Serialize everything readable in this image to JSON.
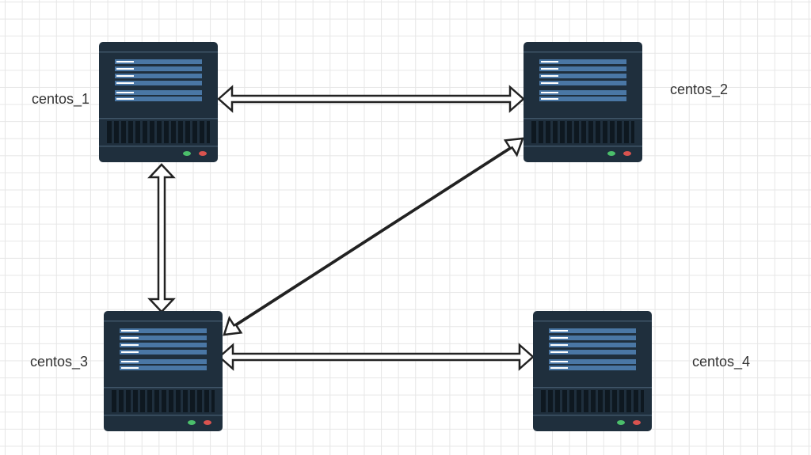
{
  "nodes": [
    {
      "id": "centos_1",
      "label": "centos_1"
    },
    {
      "id": "centos_2",
      "label": "centos_2"
    },
    {
      "id": "centos_3",
      "label": "centos_3"
    },
    {
      "id": "centos_4",
      "label": "centos_4"
    }
  ],
  "connections": [
    {
      "from": "centos_1",
      "to": "centos_2",
      "direction": "bidirectional"
    },
    {
      "from": "centos_1",
      "to": "centos_3",
      "direction": "bidirectional"
    },
    {
      "from": "centos_3",
      "to": "centos_2",
      "direction": "bidirectional"
    },
    {
      "from": "centos_3",
      "to": "centos_4",
      "direction": "bidirectional"
    }
  ],
  "colors": {
    "server_body": "#1f2f3d",
    "server_panel": "#4a77a5",
    "arrow_stroke": "#222222",
    "arrow_fill": "#ffffff",
    "led_green": "#4bbf6b",
    "led_red": "#d9534f"
  },
  "icon": "server-icon"
}
